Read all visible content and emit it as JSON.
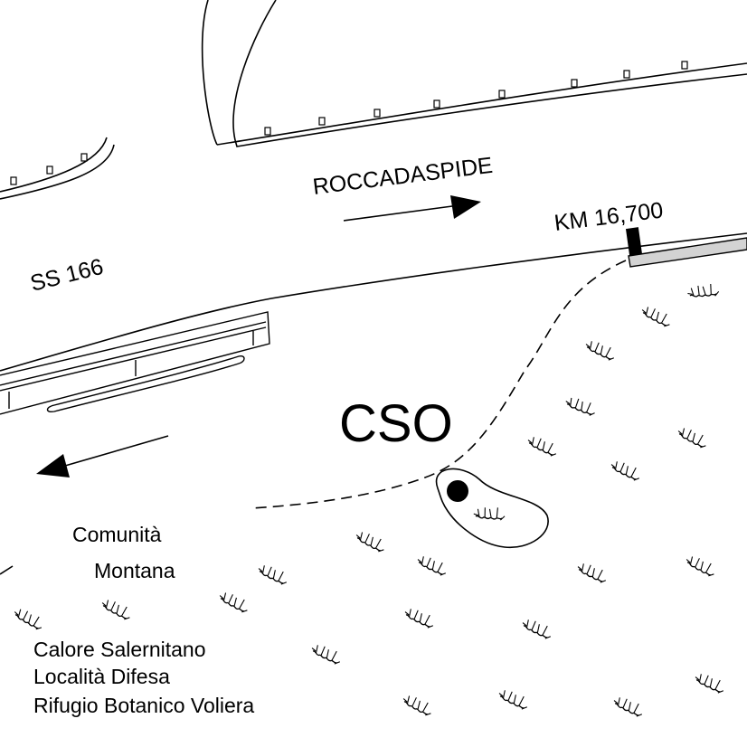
{
  "labels": {
    "roccadaspide": "ROCCADASPIDE",
    "km": "KM 16,700",
    "ss": "SS 166",
    "cso": "CSO",
    "comunita": "Comunità",
    "montana": "Montana",
    "calore": "Calore Salernitano",
    "localita": "Località Difesa",
    "rifugio": "Rifugio Botanico Voliera"
  },
  "colors": {
    "ink": "#000000",
    "paper": "#ffffff",
    "road_shoulder": "#d3d3d3"
  },
  "symbols": {
    "vegetation": "marsh-grass-symbol",
    "station": "station-dot",
    "km_marker": "km-post",
    "direction": "arrow"
  }
}
